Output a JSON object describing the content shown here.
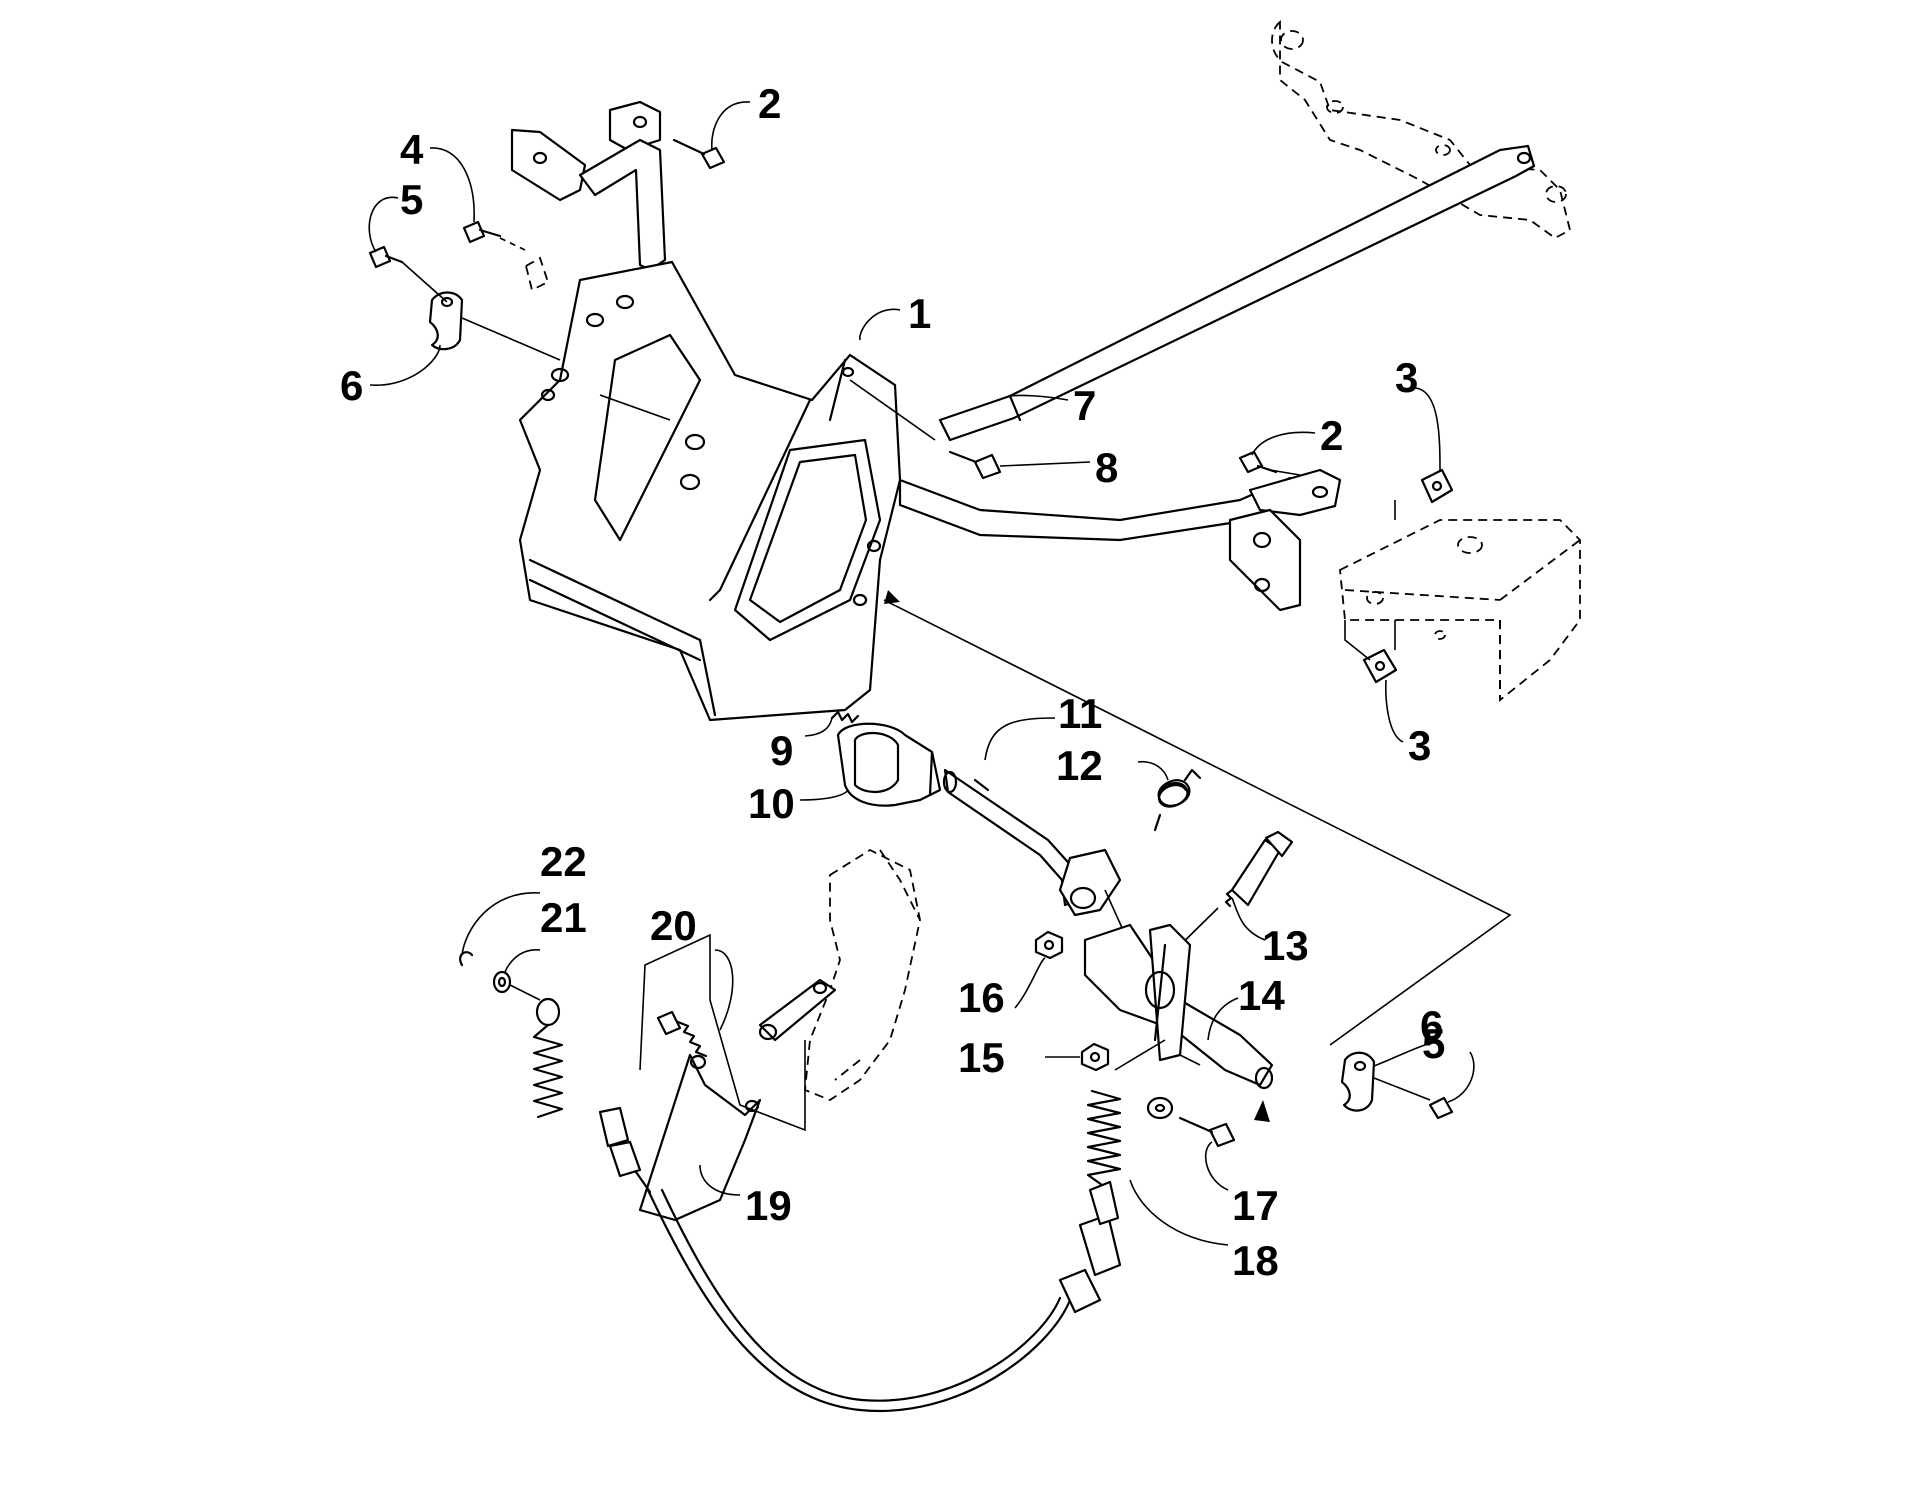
{
  "callouts": [
    "1",
    "2",
    "3",
    "4",
    "5",
    "6",
    "7",
    "8",
    "9",
    "10",
    "11",
    "12",
    "13",
    "14",
    "15",
    "16",
    "17",
    "18",
    "19",
    "20",
    "21",
    "22"
  ],
  "callouts_repeat": {
    "c2b": "2",
    "c3b": "3",
    "c5b": "5",
    "c6b": "6"
  }
}
